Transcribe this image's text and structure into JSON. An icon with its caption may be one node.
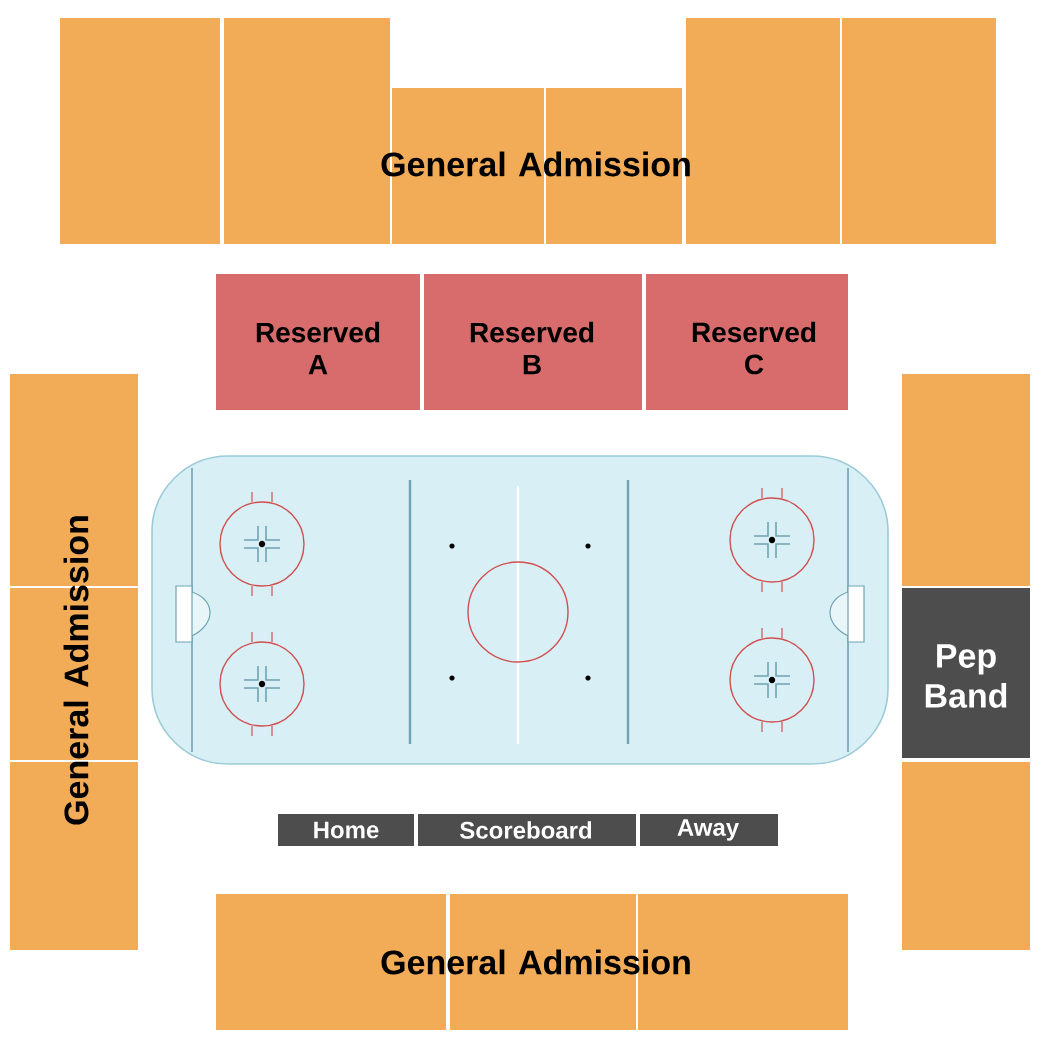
{
  "diagram": {
    "nodes": [
      {
        "text": [
          "General Admission"
        ]
      },
      {
        "text": [
          "Reserved A"
        ]
      },
      {
        "text": [
          "Reserved B"
        ]
      },
      {
        "text": [
          "Reserved C"
        ]
      },
      {
        "text": [
          "General Admission"
        ]
      },
      {
        "text": [],
        "shape": "box"
      },
      {
        "text": [
          "Pep Band"
        ]
      },
      {
        "text": [],
        "shape": "box"
      },
      {
        "text": [
          "Home"
        ]
      },
      {
        "text": [
          "Scoreboard"
        ]
      },
      {
        "text": [
          "Away"
        ]
      },
      {
        "text": [
          "General Admission"
        ]
      }
    ]
  }
}
